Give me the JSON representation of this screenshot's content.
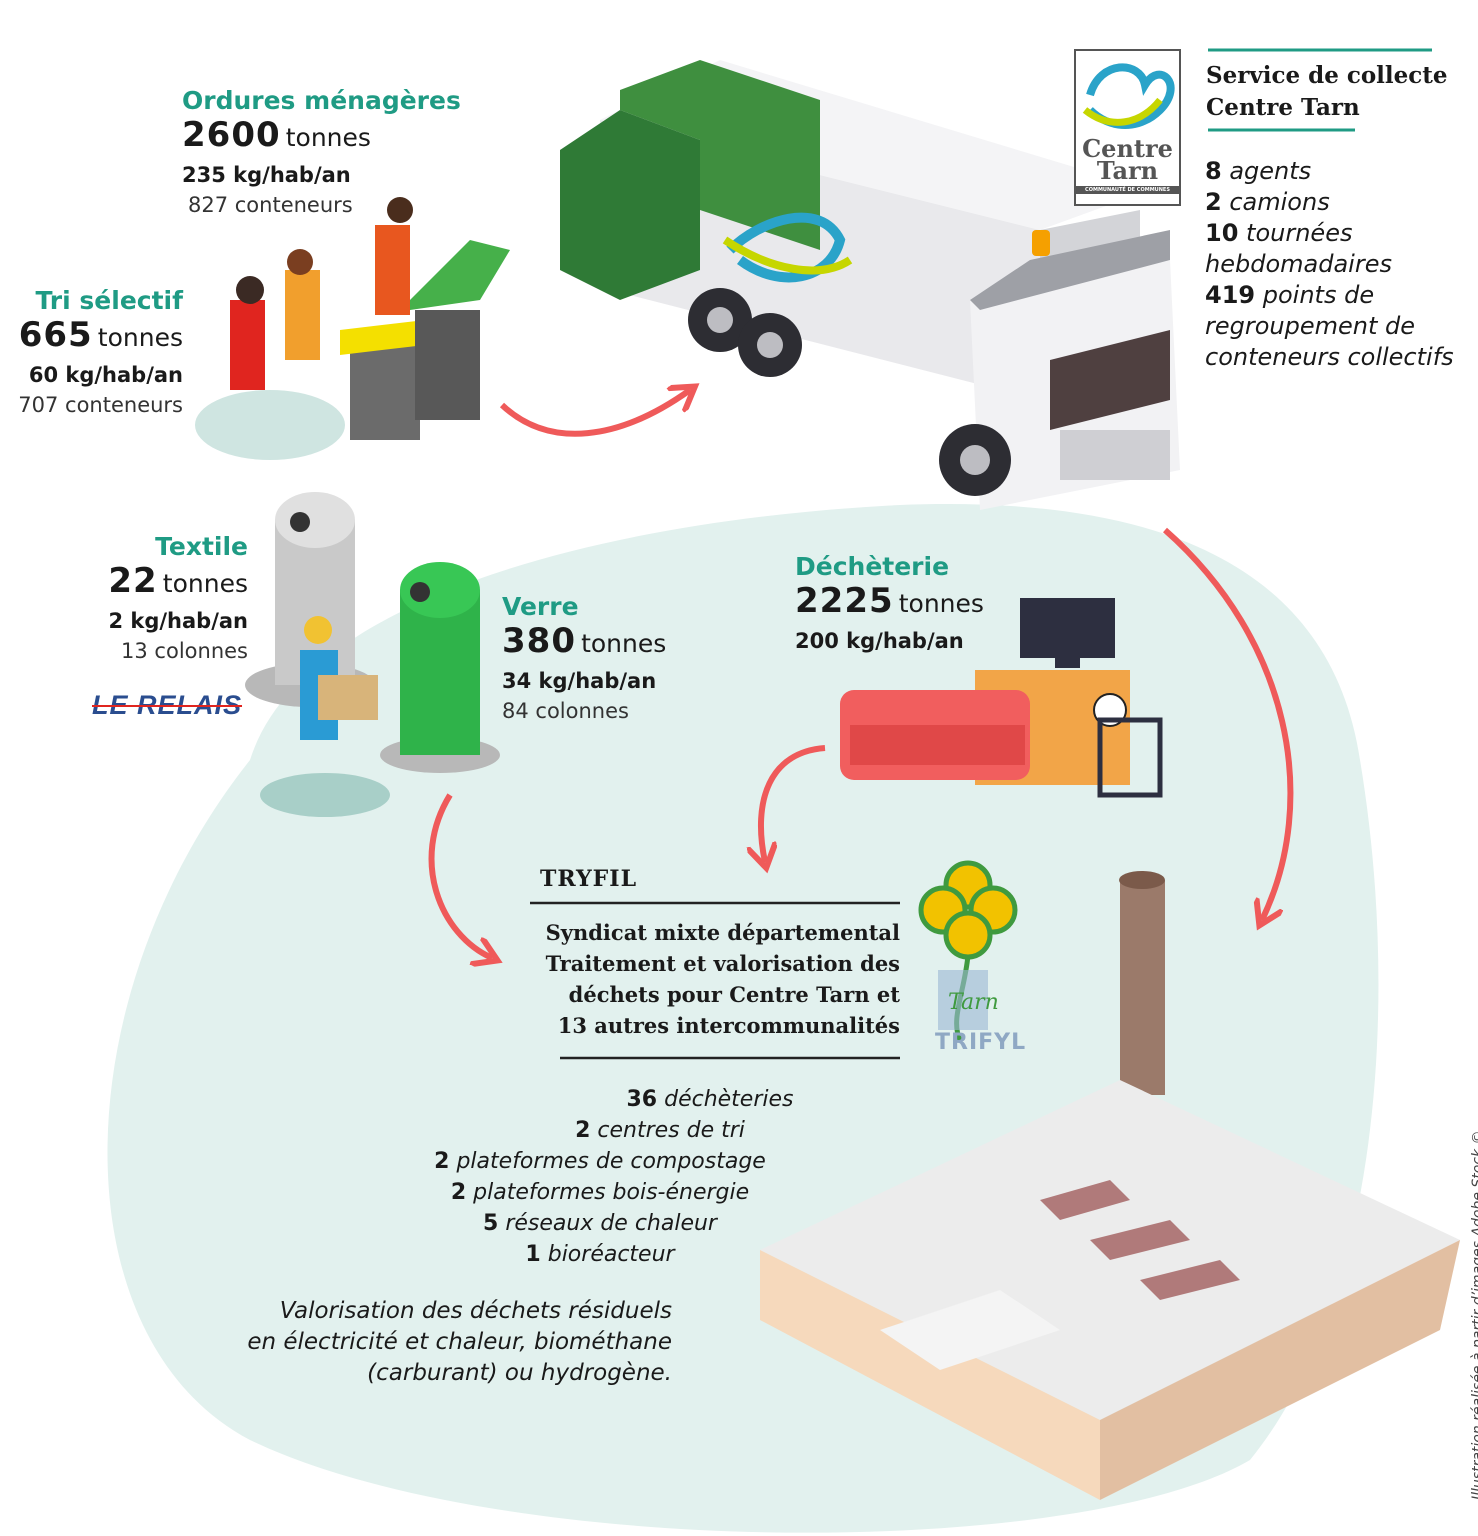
{
  "ordures": {
    "title": "Ordures ménagères",
    "amount": "2600",
    "unit": "tonnes",
    "per_hab": "235 kg/hab/an",
    "containers": "827 conteneurs"
  },
  "tri": {
    "title": "Tri sélectif",
    "amount": "665",
    "unit": "tonnes",
    "per_hab": "60 kg/hab/an",
    "containers": "707 conteneurs"
  },
  "textile": {
    "title": "Textile",
    "amount": "22",
    "unit": "tonnes",
    "per_hab": "2 kg/hab/an",
    "containers": "13 colonnes",
    "logo": "LE RELAIS"
  },
  "verre": {
    "title": "Verre",
    "amount": "380",
    "unit": "tonnes",
    "per_hab": "34 kg/hab/an",
    "containers": "84 colonnes"
  },
  "decheterie": {
    "title": "Déchèterie",
    "amount": "2225",
    "unit": "tonnes",
    "per_hab": "200 kg/hab/an"
  },
  "service": {
    "title_line1": "Service de collecte",
    "title_line2": "Centre Tarn",
    "logo_line1": "Centre",
    "logo_line2": "Tarn",
    "logo_caption": "COMMUNAUTÉ DE COMMUNES",
    "stats": [
      {
        "num": "8",
        "text": "agents"
      },
      {
        "num": "2",
        "text": "camions"
      },
      {
        "num": "10",
        "text": "tournées"
      },
      {
        "num": "",
        "text": "hebdomadaires"
      },
      {
        "num": "419",
        "text": "points de"
      },
      {
        "num": "",
        "text": "regroupement de"
      },
      {
        "num": "",
        "text": "conteneurs collectifs"
      }
    ]
  },
  "tryfil": {
    "title": "TRYFIL",
    "desc": [
      "Syndicat mixte départemental",
      "Traitement et valorisation des",
      "déchets pour Centre Tarn et",
      "13 autres intercommunalités"
    ],
    "logo_word1": "Tarn",
    "logo_word2": "TRIFYL",
    "stats": [
      {
        "num": "36",
        "text": "déchèteries"
      },
      {
        "num": "2",
        "text": "centres de tri"
      },
      {
        "num": "2",
        "text": "plateformes de compostage"
      },
      {
        "num": "2",
        "text": "plateformes bois-énergie"
      },
      {
        "num": "5",
        "text": "réseaux de chaleur"
      },
      {
        "num": "1",
        "text": "bioréacteur"
      }
    ],
    "valorisation": [
      "Valorisation des déchets résiduels",
      "en électricité et chaleur, biométhane",
      "(carburant) ou hydrogène."
    ]
  },
  "credit": "Illustration réalisée à partir d’images Adobe Stock ©",
  "colors": {
    "accent_green": "#1f9b84",
    "arrow": "#ef5a5a",
    "background_blob": "#e2f1ee",
    "truck_green": "#3f8f3f"
  }
}
